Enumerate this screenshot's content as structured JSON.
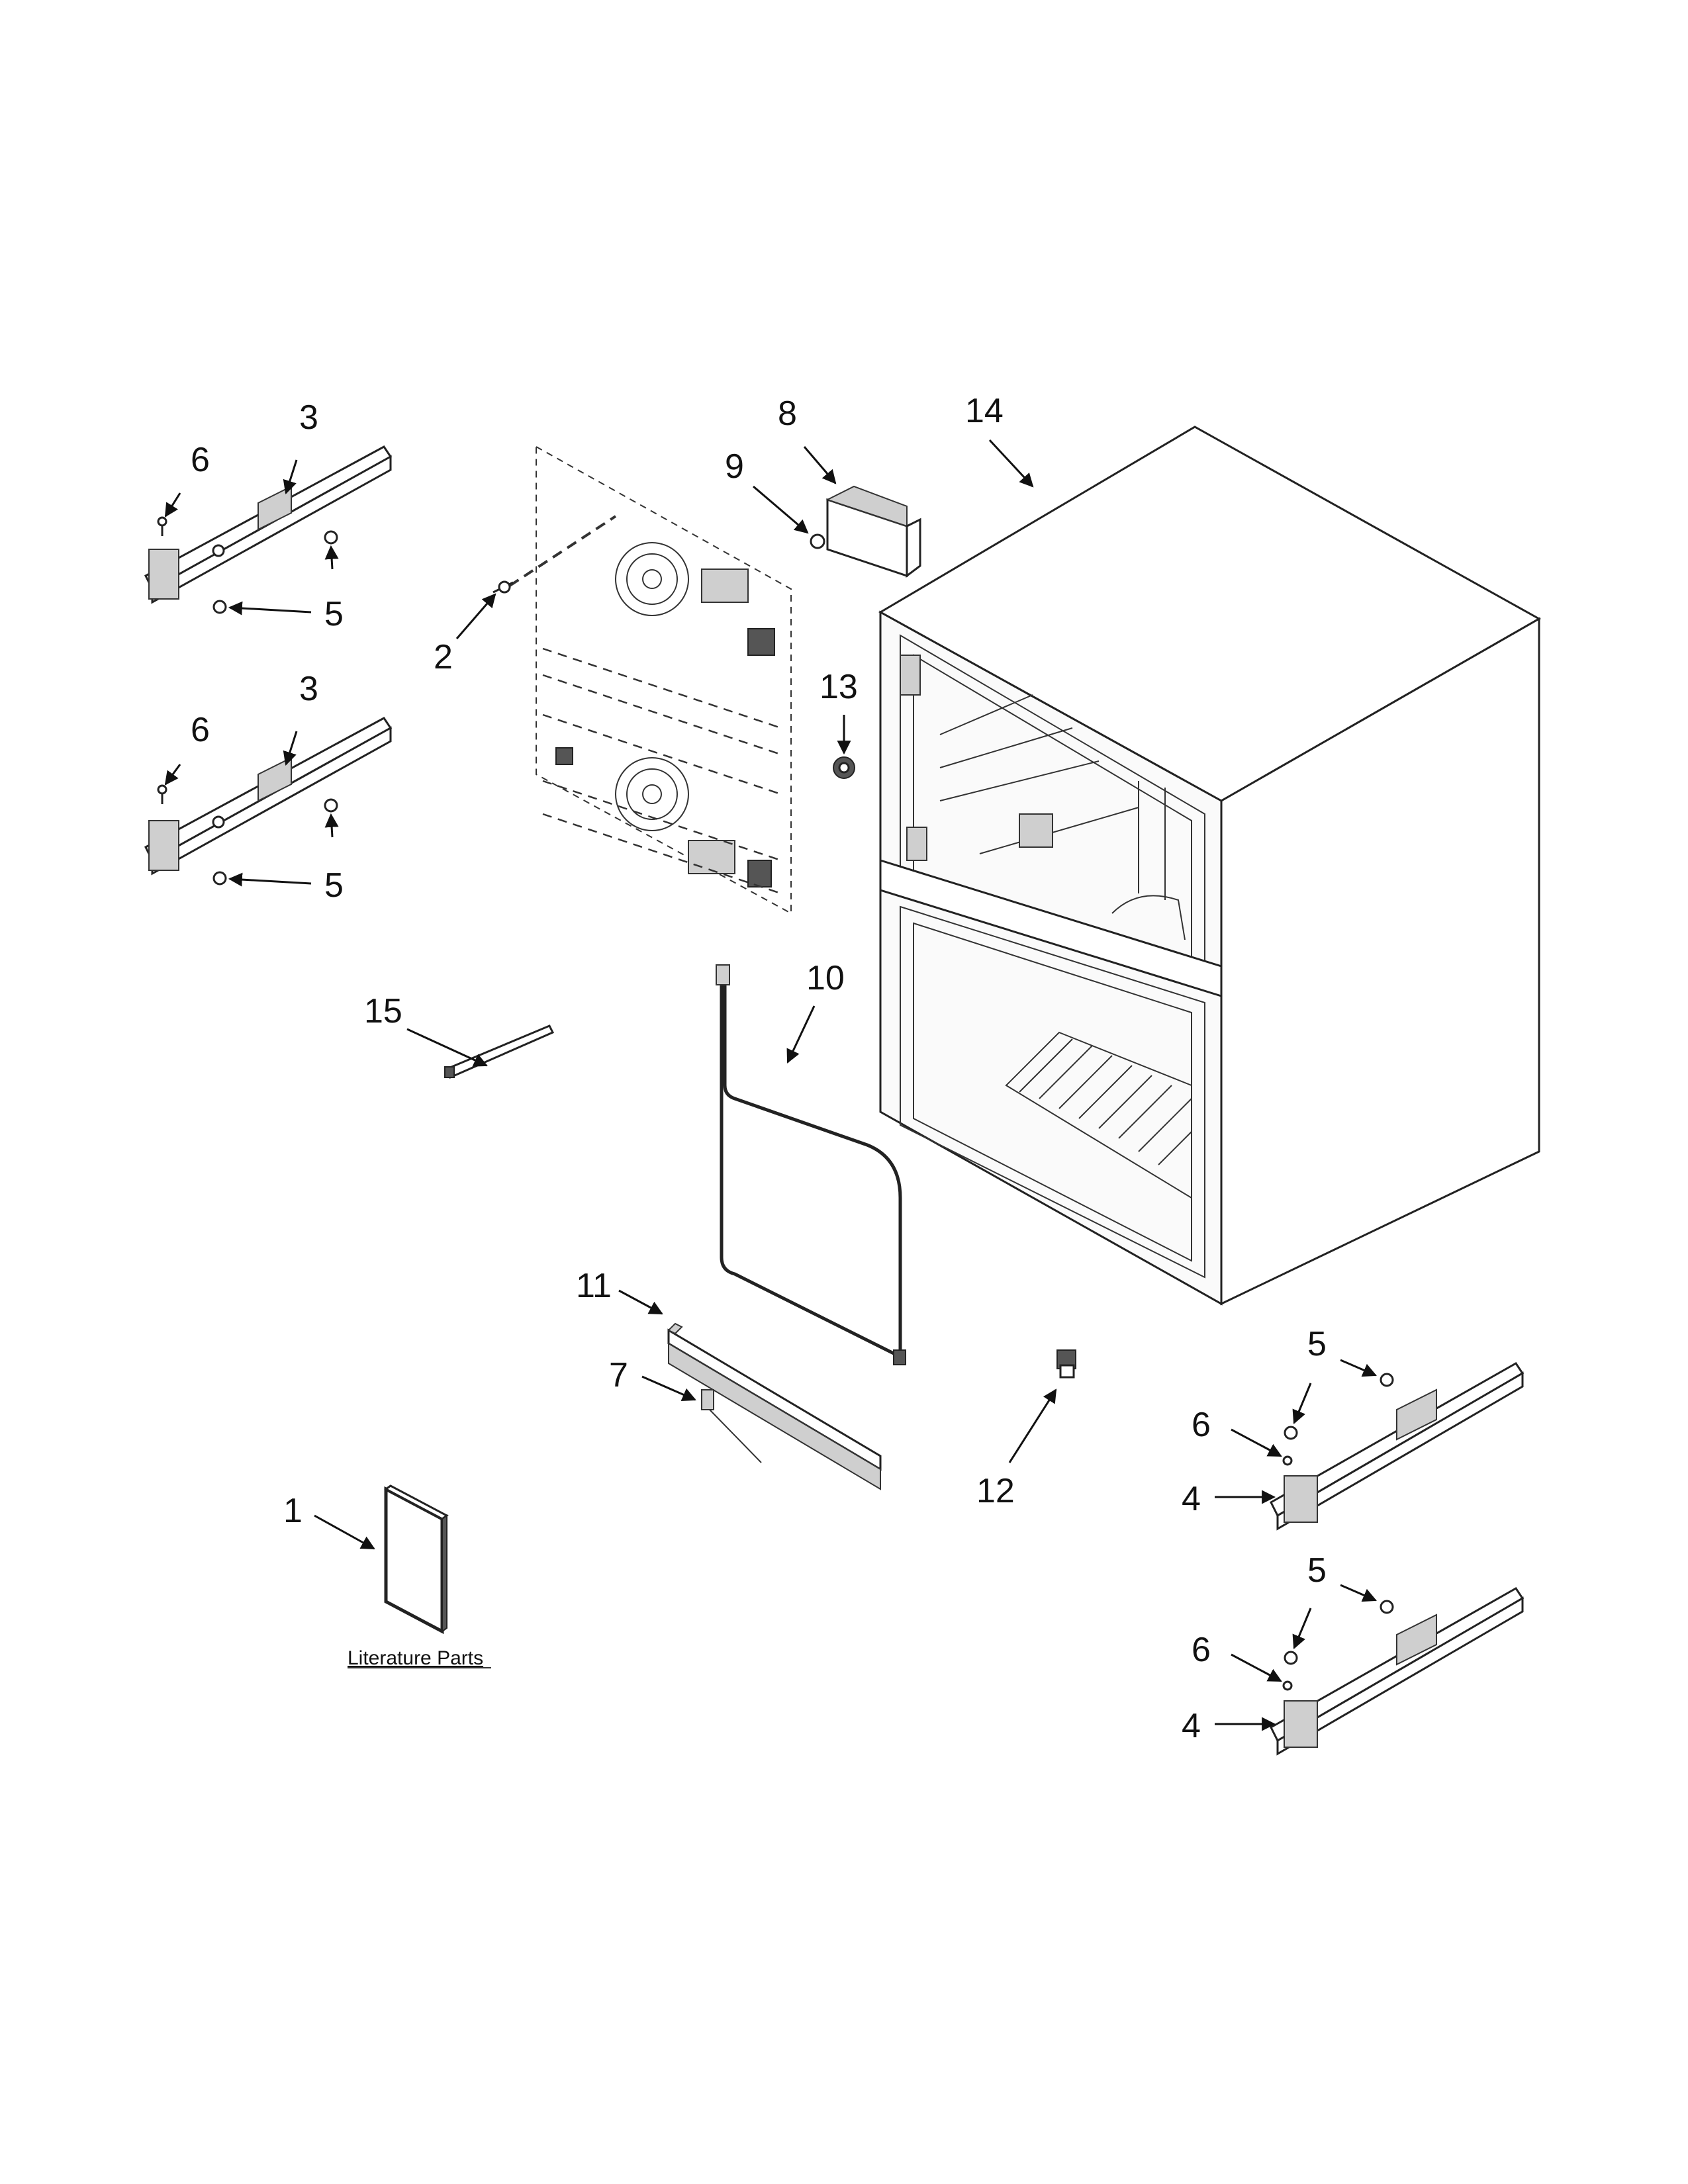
{
  "callouts": {
    "c1": "1",
    "c2": "2",
    "c3a": "3",
    "c3b": "3",
    "c4a": "4",
    "c4b": "4",
    "c5a": "5",
    "c5b": "5",
    "c5c": "5",
    "c5d": "5",
    "c6a": "6",
    "c6b": "6",
    "c6c": "6",
    "c6d": "6",
    "c7": "7",
    "c8": "8",
    "c9": "9",
    "c10": "10",
    "c11": "11",
    "c12": "12",
    "c13": "13",
    "c14": "14",
    "c15": "15"
  },
  "literature_label": "Literature Parts"
}
